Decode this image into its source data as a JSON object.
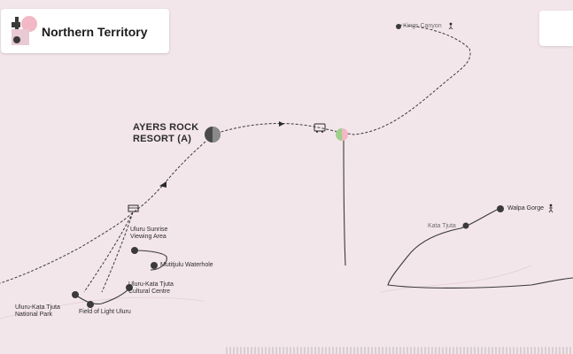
{
  "header": {
    "title": "Northern Territory"
  },
  "places": {
    "ayers_rock": "AYERS ROCK RESORT (A)",
    "kings_canyon": "Kings Canyon",
    "uluru_sunrise": "Uluru Sunrise Viewing Area",
    "mutitjulu": "Mutitjulu Waterhole",
    "cultural_centre": "Uluru-Kata Tjuta Cultural Centre",
    "national_park": "Uluru-Kata Tjuta National Park",
    "field_of_light": "Field of Light Uluru",
    "walpa_gorge": "Walpa Gorge",
    "kata_tjuta": "Kata Tjuta"
  },
  "colors": {
    "background": "#f3e6eb",
    "route": "#3a3a3a",
    "marker": "#3a3a3a",
    "accent_green": "#9ed08a",
    "accent_pink": "#f2b8c6"
  },
  "icons": [
    "logo-icon",
    "hiking-icon",
    "flag-icon",
    "bus-icon",
    "gate-icon",
    "airport-marker-icon"
  ]
}
